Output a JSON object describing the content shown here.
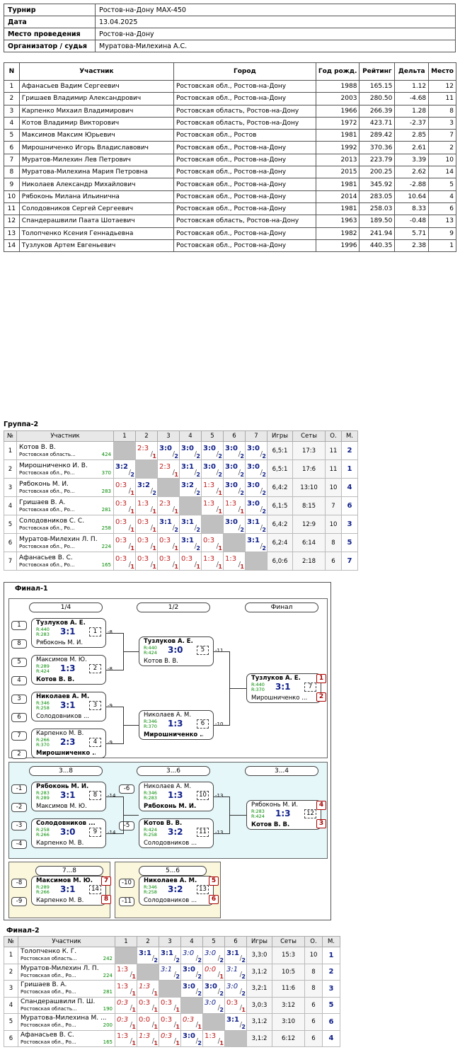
{
  "info": [
    {
      "k": "Турнир",
      "v": "Ростов-на-Дону MAX-450"
    },
    {
      "k": "Дата",
      "v": "13.04.2025"
    },
    {
      "k": "Место проведения",
      "v": "Ростов-на-Дону"
    },
    {
      "k": "Организатор / судья",
      "v": "Муратова-Милехина А.С."
    }
  ],
  "participants": {
    "headers": [
      "N",
      "Участник",
      "Город",
      "Год рожд.",
      "Рейтинг",
      "Дельта",
      "Место"
    ],
    "rows": [
      [
        "1",
        "Афанасьев Вадим Сергеевич",
        "Ростовская обл., Ростов-на-Дону",
        "1988",
        "165.15",
        "1.12",
        "12"
      ],
      [
        "2",
        "Гришаев Владимир Александрович",
        "Ростовская обл., Ростов-на-Дону",
        "2003",
        "280.50",
        "-4.68",
        "11"
      ],
      [
        "3",
        "Карпенко Михаил Владимирович",
        "Ростовская область, Ростов-на-Дону",
        "1966",
        "266.39",
        "1.28",
        "8"
      ],
      [
        "4",
        "Котов Владимир Викторович",
        "Ростовская область, Ростов-на-Дону",
        "1972",
        "423.71",
        "-2.37",
        "3"
      ],
      [
        "5",
        "Максимов Максим Юрьевич",
        "Ростовская обл., Ростов",
        "1981",
        "289.42",
        "2.85",
        "7"
      ],
      [
        "6",
        "Мирошниченко Игорь Владиславович",
        "Ростовская обл., Ростов-на-Дону",
        "1992",
        "370.36",
        "2.61",
        "2"
      ],
      [
        "7",
        "Муратов-Милехин Лев Петрович",
        "Ростовская обл., Ростов-на-Дону",
        "2013",
        "223.79",
        "3.39",
        "10"
      ],
      [
        "8",
        "Муратова-Милехина Мария Петровна",
        "Ростовская обл., Ростов-на-Дону",
        "2015",
        "200.25",
        "2.62",
        "14"
      ],
      [
        "9",
        "Николаев Александр Михайлович",
        "Ростовская обл., Ростов-на-Дону",
        "1981",
        "345.92",
        "-2.88",
        "5"
      ],
      [
        "10",
        "Рябоконь Милана Ильинична",
        "Ростовская обл., Ростов-на-Дону",
        "2014",
        "283.05",
        "10.64",
        "4"
      ],
      [
        "11",
        "Солодовников Сергей Сергеевич",
        "Ростовская обл., Ростов-на-Дону",
        "1981",
        "258.03",
        "8.33",
        "6"
      ],
      [
        "12",
        "Спандерашвили Паата Шотаевич",
        "Ростовская область, Ростов-на-Дону",
        "1963",
        "189.50",
        "-0.48",
        "13"
      ],
      [
        "13",
        "Толопченко Ксения Геннадьевна",
        "Ростовская обл., Ростов-на-Дону",
        "1982",
        "241.94",
        "5.71",
        "9"
      ],
      [
        "14",
        "Тузлуков Артем Евгеньевич",
        "Ростовская обл., Ростов-на-Дону",
        "1996",
        "440.35",
        "2.38",
        "1"
      ]
    ]
  },
  "group2": {
    "title": "Группа-2",
    "headers": [
      "№",
      "Участник",
      "1",
      "2",
      "3",
      "4",
      "5",
      "6",
      "7",
      "Игры",
      "Сеты",
      "О.",
      "М."
    ],
    "rows": [
      {
        "n": "1",
        "name": "Котов В. В.",
        "city": "Ростовская область...",
        "rating": "424",
        "cells": [
          null,
          "L2:3/1",
          "W3:0/2",
          "W3:0/2",
          "W3:0/2",
          "W3:0/2",
          "W3:0/2"
        ],
        "games": "6,5:1",
        "sets": "17:3",
        "pts": "11",
        "place": "2"
      },
      {
        "n": "2",
        "name": "Мирошниченко И. В.",
        "city": "Ростовская обл., Ро...",
        "rating": "370",
        "cells": [
          "W3:2/2",
          null,
          "L2:3/1",
          "W3:1/2",
          "W3:0/2",
          "W3:0/2",
          "W3:0/2"
        ],
        "games": "6,5:1",
        "sets": "17:6",
        "pts": "11",
        "place": "1"
      },
      {
        "n": "3",
        "name": "Рябоконь М. И.",
        "city": "Ростовская обл., Ро...",
        "rating": "283",
        "cells": [
          "L0:3/1",
          "W3:2/2",
          null,
          "W3:2/2",
          "L1:3/1",
          "W3:0/2",
          "W3:0/2"
        ],
        "games": "6,4:2",
        "sets": "13:10",
        "pts": "10",
        "place": "4"
      },
      {
        "n": "4",
        "name": "Гришаев В. А.",
        "city": "Ростовская обл., Ро...",
        "rating": "281",
        "cells": [
          "L0:3/1",
          "L1:3/1",
          "L2:3/1",
          null,
          "L1:3/1",
          "L1:3/1",
          "W3:0/2"
        ],
        "games": "6,1:5",
        "sets": "8:15",
        "pts": "7",
        "place": "6"
      },
      {
        "n": "5",
        "name": "Солодовников С. С.",
        "city": "Ростовская обл., Ро...",
        "rating": "258",
        "cells": [
          "L0:3/1",
          "L0:3/1",
          "W3:1/2",
          "W3:1/2",
          null,
          "W3:0/2",
          "W3:1/2"
        ],
        "games": "6,4:2",
        "sets": "12:9",
        "pts": "10",
        "place": "3"
      },
      {
        "n": "6",
        "name": "Муратов-Милехин Л. П.",
        "city": "Ростовская обл., Ро...",
        "rating": "224",
        "cells": [
          "L0:3/1",
          "L0:3/1",
          "L0:3/1",
          "W3:1/2",
          "L0:3/1",
          null,
          "W3:1/2"
        ],
        "games": "6,2:4",
        "sets": "6:14",
        "pts": "8",
        "place": "5"
      },
      {
        "n": "7",
        "name": "Афанасьев В. С.",
        "city": "Ростовская обл., Ро...",
        "rating": "165",
        "cells": [
          "L0:3/1",
          "L0:3/1",
          "L0:3/1",
          "L0:3/1",
          "L1:3/1",
          "L1:3/1",
          null
        ],
        "games": "6,0:6",
        "sets": "2:18",
        "pts": "6",
        "place": "7"
      }
    ]
  },
  "final1": {
    "title": "Финал-1",
    "rounds": {
      "q": "1/4",
      "s": "1/2",
      "f": "Финал",
      "c38": "3...8",
      "c36": "3...6",
      "c34": "3...4",
      "c78": "7...8",
      "c56": "5...6"
    },
    "matches": [
      {
        "id": "m1",
        "p1": "Тузлуков А. Е.",
        "p2": "Рябоконь М. И.",
        "r1": "R:440",
        "r2": "R:283",
        "score": "3:1",
        "no": "1",
        "w": 1,
        "loser": "-8"
      },
      {
        "id": "m2",
        "p1": "Максимов М. Ю.",
        "p2": "Котов В. В.",
        "r1": "R:289",
        "r2": "R:424",
        "score": "1:3",
        "no": "2",
        "w": 2,
        "loser": "-8"
      },
      {
        "id": "m3",
        "p1": "Николаев А. М.",
        "p2": "Солодовников ...",
        "r1": "R:346",
        "r2": "R:258",
        "score": "3:1",
        "no": "3",
        "w": 1,
        "loser": "-9"
      },
      {
        "id": "m4",
        "p1": "Карпенко М. В.",
        "p2": "Мирошниченко ...",
        "r1": "R:266",
        "r2": "R:370",
        "score": "2:3",
        "no": "4",
        "w": 2,
        "loser": "-9"
      },
      {
        "id": "m5",
        "p1": "Тузлуков А. Е.",
        "p2": "Котов В. В.",
        "r1": "R:440",
        "r2": "R:424",
        "score": "3:0",
        "no": "5",
        "w": 1,
        "loser": "-11"
      },
      {
        "id": "m6",
        "p1": "Николаев А. М.",
        "p2": "Мирошниченко ...",
        "r1": "R:346",
        "r2": "R:370",
        "score": "1:3",
        "no": "6",
        "w": 2,
        "loser": "-10"
      },
      {
        "id": "m7",
        "p1": "Тузлуков А. Е.",
        "p2": "Мирошниченко ...",
        "r1": "R:440",
        "r2": "R:370",
        "score": "3:1",
        "no": "7",
        "w": 1,
        "place1": "1",
        "place2": "2"
      },
      {
        "id": "m8",
        "p1": "Рябоконь М. И.",
        "p2": "Максимов М. Ю.",
        "r1": "R:283",
        "r2": "R:289",
        "score": "3:1",
        "no": "8",
        "w": 1,
        "loser": "-14"
      },
      {
        "id": "m9",
        "p1": "Солодовников ...",
        "p2": "Карпенко М. В.",
        "r1": "R:258",
        "r2": "R:266",
        "score": "3:0",
        "no": "9",
        "w": 1,
        "loser": "-14"
      },
      {
        "id": "m10",
        "p1": "Николаев А. М.",
        "p2": "Рябоконь М. И.",
        "r1": "R:346",
        "r2": "R:283",
        "score": "1:3",
        "no": "10",
        "w": 2,
        "loser": "-13"
      },
      {
        "id": "m11",
        "p1": "Котов В. В.",
        "p2": "Солодовников ...",
        "r1": "R:424",
        "r2": "R:258",
        "score": "3:2",
        "no": "11",
        "w": 1,
        "loser": "-13"
      },
      {
        "id": "m12",
        "p1": "Рябоконь М. И.",
        "p2": "Котов В. В.",
        "r1": "R:283",
        "r2": "R:424",
        "score": "1:3",
        "no": "12",
        "w": 2,
        "place1": "4",
        "place2": "3"
      },
      {
        "id": "m14",
        "p1": "Максимов М. Ю.",
        "p2": "Карпенко М. В.",
        "r1": "R:289",
        "r2": "R:266",
        "score": "3:1",
        "no": "14",
        "w": 1,
        "place1": "7",
        "place2": "8"
      },
      {
        "id": "m13",
        "p1": "Николаев А. М.",
        "p2": "Солодовников ...",
        "r1": "R:346",
        "r2": "R:258",
        "score": "3:2",
        "no": "13",
        "w": 1,
        "place1": "5",
        "place2": "6"
      }
    ],
    "seeds": [
      "1",
      "8",
      "5",
      "4",
      "3",
      "6",
      "7",
      "2",
      "-1",
      "-2",
      "-3",
      "-4",
      "-6",
      "-5",
      "-8",
      "-9",
      "-10",
      "-11"
    ]
  },
  "final2": {
    "title": "Финал-2",
    "headers": [
      "№",
      "Участник",
      "1",
      "2",
      "3",
      "4",
      "5",
      "6",
      "Игры",
      "Сеты",
      "О.",
      "М."
    ],
    "rows": [
      {
        "n": "1",
        "name": "Толопченко К. Г.",
        "city": "Ростовская область...",
        "rating": "242",
        "cells": [
          null,
          "W3:1/2",
          "W3:1/2",
          "I3:0/2",
          "I3:0/2",
          "W3:1/2"
        ],
        "games": "3,3:0",
        "sets": "15:3",
        "pts": "10",
        "place": "1"
      },
      {
        "n": "2",
        "name": "Муратов-Милехин Л. П.",
        "city": "Ростовская обл., Ро...",
        "rating": "224",
        "cells": [
          "L1:3/1",
          null,
          "I3:1/2",
          "W3:0/2",
          "IL0:0/1",
          "I3:1/2"
        ],
        "games": "3,1:2",
        "sets": "10:5",
        "pts": "8",
        "place": "2"
      },
      {
        "n": "3",
        "name": "Гришаев В. А.",
        "city": "Ростовская обл., Ро...",
        "rating": "281",
        "cells": [
          "L1:3/1",
          "IL1:3/1",
          null,
          "W3:0/2",
          "W3:0/2",
          "I3:0/2"
        ],
        "games": "3,2:1",
        "sets": "11:6",
        "pts": "8",
        "place": "3"
      },
      {
        "n": "4",
        "name": "Спандерашвили П. Ш.",
        "city": "Ростовская область...",
        "rating": "190",
        "cells": [
          "IL0:3/1",
          "L0:3/1",
          "L0:3/1",
          null,
          "I3:0/2",
          "L0:3/1"
        ],
        "games": "3,0:3",
        "sets": "3:12",
        "pts": "6",
        "place": "5"
      },
      {
        "n": "5",
        "name": "Муратова-Милехина М. ...",
        "city": "Ростовская обл., Ро...",
        "rating": "200",
        "cells": [
          "IL0:3/1",
          "L0:0/1",
          "L0:3/1",
          "IL0:3/1",
          null,
          "W3:1/2"
        ],
        "games": "3,1:2",
        "sets": "3:10",
        "pts": "6",
        "place": "6"
      },
      {
        "n": "6",
        "name": "Афанасьев В. С.",
        "city": "Ростовская обл., Ро...",
        "rating": "165",
        "cells": [
          "L1:3/1",
          "IL1:3/1",
          "IL0:3/1",
          "W3:0/2",
          "L1:3/1",
          null
        ],
        "games": "3,1:2",
        "sets": "6:12",
        "pts": "6",
        "place": "4"
      }
    ]
  }
}
